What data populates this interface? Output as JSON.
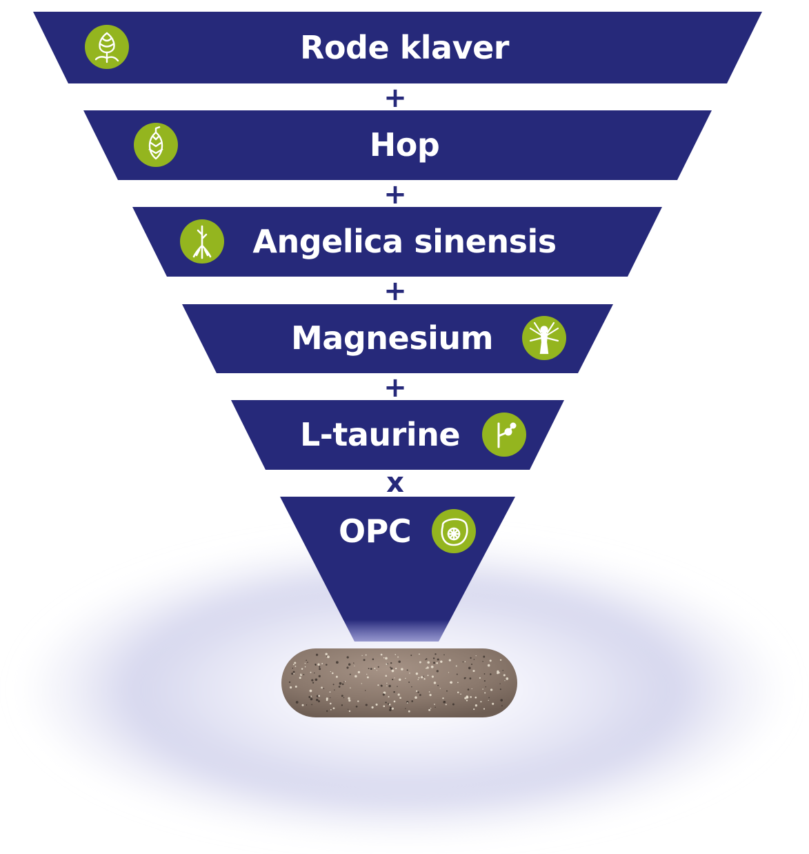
{
  "colors": {
    "band": "#26297a",
    "icon_bg": "#94b51f",
    "operator": "#26297a",
    "glow": "#cfd0ec",
    "tablet": "#8c7a6e"
  },
  "layers": [
    {
      "name": "Rode klaver",
      "icon": "red-clover-icon"
    },
    {
      "name": "Hop",
      "icon": "hop-cone-icon"
    },
    {
      "name": "Angelica sinensis",
      "icon": "root-icon"
    },
    {
      "name": "Magnesium",
      "icon": "person-radiant-icon"
    },
    {
      "name": "L-taurine",
      "icon": "molecule-icon"
    },
    {
      "name": "OPC",
      "icon": "grape-seed-icon"
    }
  ],
  "operators": [
    "+",
    "+",
    "+",
    "+",
    "x"
  ]
}
